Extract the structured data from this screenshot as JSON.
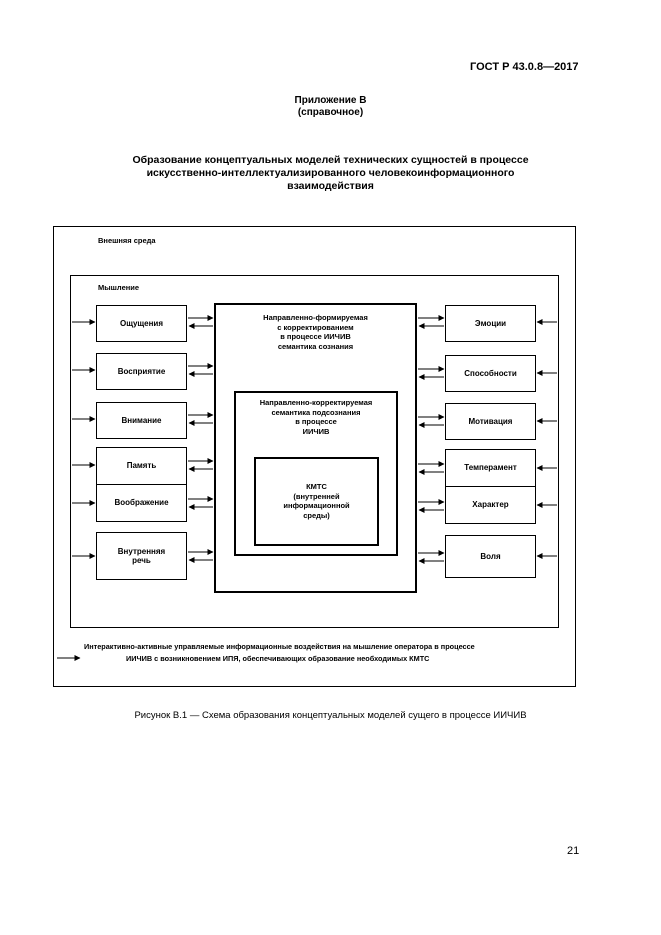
{
  "header": {
    "standard_code": "ГОСТ Р 43.0.8—2017"
  },
  "annex": {
    "title": "Приложение В",
    "note": "(справочное)"
  },
  "document_title": {
    "line1": "Образование концептуальных моделей технических сущностей в процессе",
    "line2": "искусственно-интеллектуализированного человекоинформационного",
    "line3": "взаимодействия"
  },
  "diagram": {
    "outer_label": "Внешняя среда",
    "thinking_label": "Мышление",
    "left_boxes": {
      "sensations": "Ощущения",
      "perception": "Восприятие",
      "attention": "Внимание",
      "memory": "Память",
      "imagination": "Воображение",
      "inner_speech_1": "Внутренняя",
      "inner_speech_2": "речь"
    },
    "right_boxes": {
      "emotions": "Эмоции",
      "abilities": "Способности",
      "motivation": "Мотивация",
      "temperament": "Темперамент",
      "character": "Характер",
      "will": "Воля"
    },
    "center_outer": {
      "l1": "Направленно-формируемая",
      "l2": "с корректированием",
      "l3": "в процессе ИИЧИВ",
      "l4": "семантика сознания"
    },
    "center_mid": {
      "l1": "Направленно-корректируемая",
      "l2": "семантика подсознания",
      "l3": "в процессе",
      "l4": "ИИЧИВ"
    },
    "center_inner": {
      "l1": "КМТС",
      "l2": "(внутренней",
      "l3": "информационной",
      "l4": "среды)"
    },
    "legend": {
      "line1": "Интерактивно-активные управляемые информационные воздействия на мышление оператора в процессе",
      "line2": "ИИЧИВ с возникновением ИПЯ, обеспечивающих образование необходимых КМТС"
    }
  },
  "figure_caption": "Рисунок В.1 — Схема образования концептуальных моделей сущего в процессе ИИЧИВ",
  "page_number": "21"
}
